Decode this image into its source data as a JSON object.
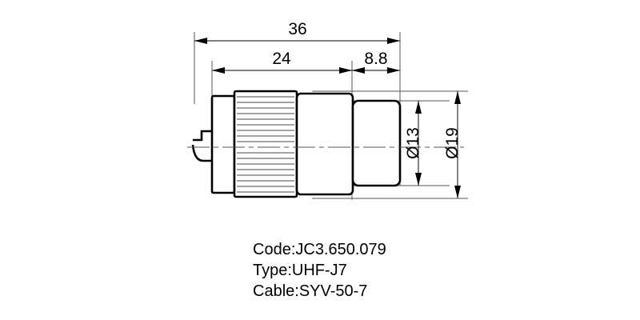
{
  "drawing": {
    "title": "UHF connector outline drawing",
    "background_color": "#ffffff",
    "line_color": "#000000",
    "dimensions": {
      "overall_length": "36",
      "body_length": "24",
      "nut_length": "8.8",
      "inner_diameter": "Ø13",
      "outer_diameter": "Ø19"
    },
    "specs": {
      "code": "Code:JC3.650.079",
      "type": "Type:UHF-J7",
      "cable": "Cable:SYV-50-7"
    }
  }
}
